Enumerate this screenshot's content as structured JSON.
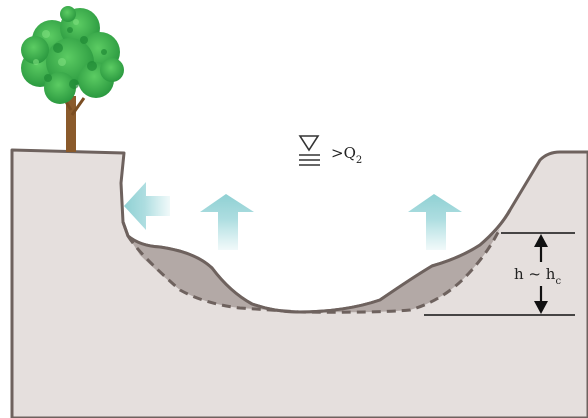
{
  "diagram": {
    "water_surface_label": ">Q",
    "water_surface_subscript": "2",
    "depth_label": "h ~ h",
    "depth_label_subscript": "c"
  },
  "colors": {
    "ground_fill": "#e5dfdd",
    "ground_outline": "#6e625e",
    "deposit_fill": "#b3a9a6",
    "arrow_color": "#8fd0d3",
    "tree_canopy": "#34b04a",
    "tree_canopy_dark": "#1f8a35",
    "tree_trunk": "#8a5a2b",
    "marker_line": "#111111"
  },
  "icons": {
    "water_level_symbol": "inverted-triangle-water-level-icon",
    "flow_arrows": "up-arrow-icon",
    "lateral_arrow": "left-arrow-icon",
    "tree": "tree-icon"
  }
}
